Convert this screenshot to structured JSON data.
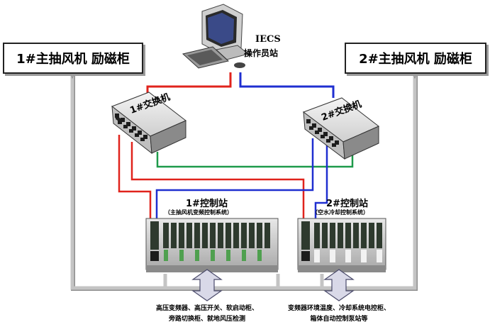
{
  "cabinets": {
    "left": "1#主抽风机 励磁柜",
    "right": "2#主抽风机 励磁柜"
  },
  "operator": {
    "line1": "IECS",
    "line2": "操作员站"
  },
  "switches": {
    "sw1": "1#交换机",
    "sw2": "2#交换机"
  },
  "stations": {
    "s1_title": "1#控制站",
    "s1_sub": "（主抽风机变频控制系统）",
    "s2_title": "2#控制站",
    "s2_sub": "（空水冷却控制系统）"
  },
  "captions": {
    "left_l1": "高压变频器、高压开关、软启动柜、",
    "left_l2": "旁路切换柜、就地风压检测",
    "right_l1": "变频器环境温度、冷却系统电控柜、",
    "right_l2": "箱体自动控制泵站等"
  },
  "colors": {
    "red_link": "#e0231c",
    "blue_link": "#1f2fd0",
    "green_link": "#1e9a4a",
    "gray_bus": "#b8b8b8"
  }
}
